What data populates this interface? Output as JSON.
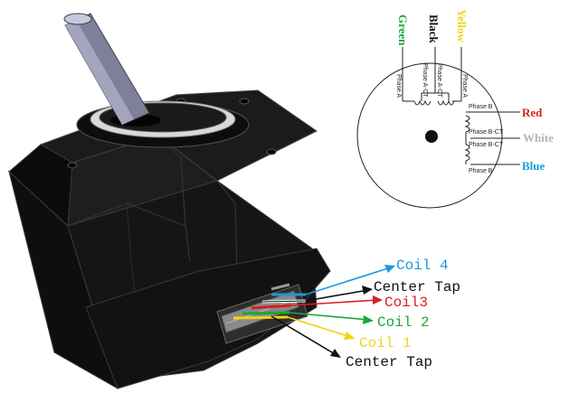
{
  "schematic": {
    "wires": {
      "green": "Green",
      "black": "Black",
      "yellow": "Yellow",
      "red": "Red",
      "white": "White",
      "blue": "Blue"
    },
    "phases": {
      "a": "Phase A",
      "a_ct_1": "Phase A-CT",
      "a_ct_2": "Phase A-CT",
      "a_2": "Phase A",
      "b": "Phase B",
      "b_ct_1": "Phase B-CT",
      "b_ct_2": "Phase B-CT",
      "b_2": "Phase B"
    }
  },
  "callouts": {
    "coil4": "Coil 4",
    "center_tap_top": "Center Tap",
    "coil3": "Coil3",
    "coil2": "Coil 2",
    "coil1": "Coil 1",
    "center_tap_bottom": "Center Tap"
  },
  "colors": {
    "green": "#1aa83a",
    "black": "#111111",
    "yellow": "#f3d21a",
    "red": "#d81e1e",
    "white": "#b4b4b4",
    "blue": "#1a9ad8",
    "motor_body": "#141414",
    "shaft": "#7f7f9a"
  }
}
